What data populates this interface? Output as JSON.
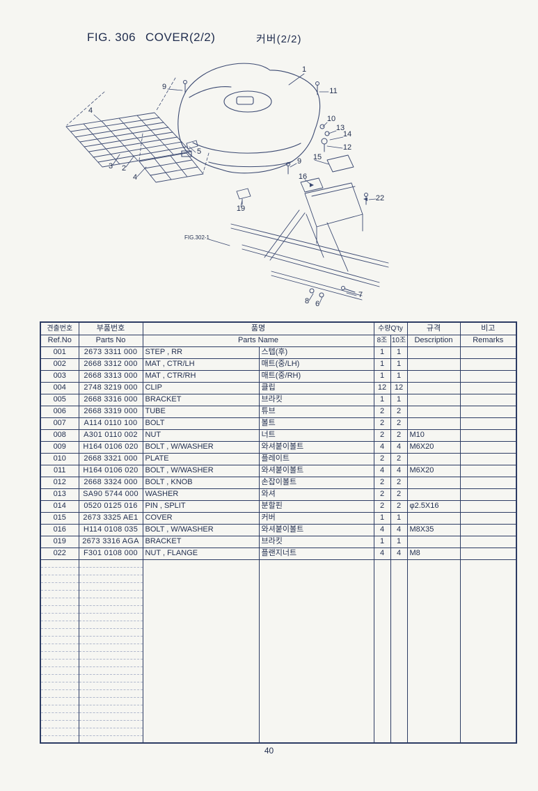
{
  "page": {
    "fig_label": "FIG. 306",
    "title_en": "COVER(2/2)",
    "title_kr": "커버(2/2)",
    "page_number": "40",
    "diagram_ref": "FIG.302-1"
  },
  "diagram": {
    "callouts": [
      "1",
      "9",
      "11",
      "4",
      "10",
      "13",
      "14",
      "12",
      "5",
      "3",
      "2",
      "4",
      "9",
      "15",
      "16",
      "22",
      "19",
      "7",
      "8",
      "6"
    ]
  },
  "table": {
    "headers": {
      "ref_kr": "견출번호",
      "parts_kr": "부품번호",
      "name_kr": "품명",
      "qty_kr": "수량Q'ty",
      "spec_kr": "규격",
      "remarks_kr": "비고",
      "ref_en": "Ref.No",
      "parts_en": "Parts No",
      "name_en": "Parts Name",
      "qty8": "8조",
      "qty10": "10조",
      "desc_en": "Description",
      "remarks_en": "Remarks"
    },
    "rows": [
      {
        "ref": "001",
        "part": "2673 3311 000",
        "name": "STEP , RR",
        "kr": "스텝(후)",
        "q8": "1",
        "q10": "1",
        "desc": "",
        "rem": ""
      },
      {
        "ref": "002",
        "part": "2668 3312 000",
        "name": "MAT , CTR/LH",
        "kr": "매트(중/LH)",
        "q8": "1",
        "q10": "1",
        "desc": "",
        "rem": ""
      },
      {
        "ref": "003",
        "part": "2668 3313 000",
        "name": "MAT , CTR/RH",
        "kr": "매트(중/RH)",
        "q8": "1",
        "q10": "1",
        "desc": "",
        "rem": ""
      },
      {
        "ref": "004",
        "part": "2748 3219 000",
        "name": "CLIP",
        "kr": "클립",
        "q8": "12",
        "q10": "12",
        "desc": "",
        "rem": ""
      },
      {
        "ref": "005",
        "part": "2668 3316 000",
        "name": "BRACKET",
        "kr": "브라킷",
        "q8": "1",
        "q10": "1",
        "desc": "",
        "rem": ""
      },
      {
        "ref": "006",
        "part": "2668 3319 000",
        "name": "TUBE",
        "kr": "튜브",
        "q8": "2",
        "q10": "2",
        "desc": "",
        "rem": ""
      },
      {
        "ref": "007",
        "part": "A114 0110 100",
        "name": "BOLT",
        "kr": "볼트",
        "q8": "2",
        "q10": "2",
        "desc": "",
        "rem": ""
      },
      {
        "ref": "008",
        "part": "A301 0110 002",
        "name": "NUT",
        "kr": "너트",
        "q8": "2",
        "q10": "2",
        "desc": "M10",
        "rem": ""
      },
      {
        "ref": "009",
        "part": "H164 0106 020",
        "name": "BOLT , W/WASHER",
        "kr": "와셔붙이볼트",
        "q8": "4",
        "q10": "4",
        "desc": "M6X20",
        "rem": ""
      },
      {
        "ref": "010",
        "part": "2668 3321 000",
        "name": "PLATE",
        "kr": "플레이트",
        "q8": "2",
        "q10": "2",
        "desc": "",
        "rem": ""
      },
      {
        "ref": "011",
        "part": "H164 0106 020",
        "name": "BOLT , W/WASHER",
        "kr": "와셔붙이볼트",
        "q8": "4",
        "q10": "4",
        "desc": "M6X20",
        "rem": ""
      },
      {
        "ref": "012",
        "part": "2668 3324 000",
        "name": "BOLT , KNOB",
        "kr": "손잡이볼트",
        "q8": "2",
        "q10": "2",
        "desc": "",
        "rem": ""
      },
      {
        "ref": "013",
        "part": "SA90 5744 000",
        "name": "WASHER",
        "kr": "와셔",
        "q8": "2",
        "q10": "2",
        "desc": "",
        "rem": ""
      },
      {
        "ref": "014",
        "part": "0520 0125 016",
        "name": "PIN , SPLIT",
        "kr": "분할핀",
        "q8": "2",
        "q10": "2",
        "desc": "φ2.5X16",
        "rem": ""
      },
      {
        "ref": "015",
        "part": "2673 3325 AE1",
        "name": "COVER",
        "kr": "커버",
        "q8": "1",
        "q10": "1",
        "desc": "",
        "rem": ""
      },
      {
        "ref": "016",
        "part": "H114 0108 035",
        "name": "BOLT , W/WASHER",
        "kr": "와셔붙이볼트",
        "q8": "4",
        "q10": "4",
        "desc": "M8X35",
        "rem": ""
      },
      {
        "ref": "019",
        "part": "2673 3316 AGA",
        "name": "BRACKET",
        "kr": "브라킷",
        "q8": "1",
        "q10": "1",
        "desc": "",
        "rem": ""
      },
      {
        "ref": "022",
        "part": "F301 0108 000",
        "name": "NUT , FLANGE",
        "kr": "플랜지너트",
        "q8": "4",
        "q10": "4",
        "desc": "M8",
        "rem": ""
      }
    ],
    "empty_row_count": 24
  }
}
